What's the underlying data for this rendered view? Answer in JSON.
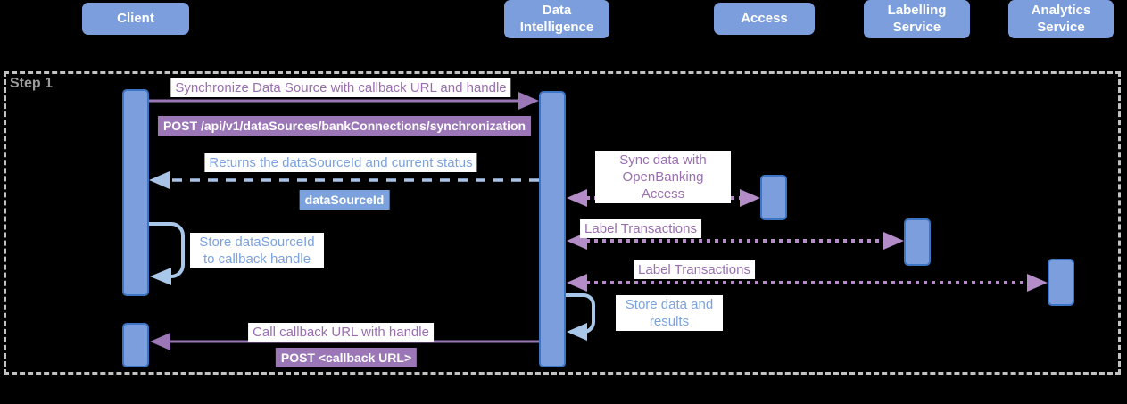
{
  "diagram_type": "sequence-diagram",
  "palette": {
    "background": "#000000",
    "actor_blue": "#7C9EDC",
    "bar_border_blue": "#3C74C6",
    "purple_text": "#9A6FB0",
    "purple_solid_arrow": "#9C77B8",
    "purple_dotted_arrow": "#B48CC8",
    "purple_badge_bg": "#9C77B8",
    "blue_text": "#7CA2DD",
    "blue_badge_bg": "#7CA2DD",
    "blue_dashed_arrow": "#A9C3E8",
    "blue_loop_arrow": "#A9C7E8",
    "frame_gray": "#C2C2C2",
    "step_label_gray": "#9C9C9C"
  },
  "actors": [
    {
      "id": "client",
      "label": "Client"
    },
    {
      "id": "data-intelligence",
      "label": "Data Intelligence"
    },
    {
      "id": "access",
      "label": "Access"
    },
    {
      "id": "labelling-service",
      "label": "Labelling Service"
    },
    {
      "id": "analytics-service",
      "label": "Analytics Service"
    }
  ],
  "frame": {
    "step_label": "Step 1"
  },
  "messages": {
    "sync_request": {
      "label": "Synchronize Data Source with callback URL and handle",
      "badge": "POST /api/v1/dataSources/bankConnections/synchronization",
      "from": "Client",
      "to": "Data Intelligence",
      "style": "solid-purple"
    },
    "sync_response": {
      "label": "Returns the dataSourceId and current status",
      "badge": "dataSourceId",
      "from": "Data Intelligence",
      "to": "Client",
      "style": "dashed-blue"
    },
    "openbanking_sync": {
      "label": "Sync data with OpenBanking Access",
      "from": "Data Intelligence",
      "to": "Access",
      "style": "dotted-purple-bidirectional"
    },
    "label_tx_labelling": {
      "label": "Label Transactions",
      "from": "Data Intelligence",
      "to": "Labelling Service",
      "style": "dotted-purple-bidirectional"
    },
    "label_tx_analytics": {
      "label": "Label Transactions",
      "from": "Data Intelligence",
      "to": "Analytics Service",
      "style": "dotted-purple-bidirectional"
    },
    "store_datasourceid": {
      "label": "Store dataSourceId to callback handle",
      "from": "Client",
      "to": "Client",
      "style": "self-loop-blue"
    },
    "store_data_results": {
      "label": "Store data and results",
      "from": "Data Intelligence",
      "to": "Data Intelligence",
      "style": "self-loop-blue"
    },
    "callback": {
      "label": "Call callback URL with handle",
      "badge": "POST <callback URL>",
      "from": "Data Intelligence",
      "to": "Client",
      "style": "solid-purple"
    }
  }
}
